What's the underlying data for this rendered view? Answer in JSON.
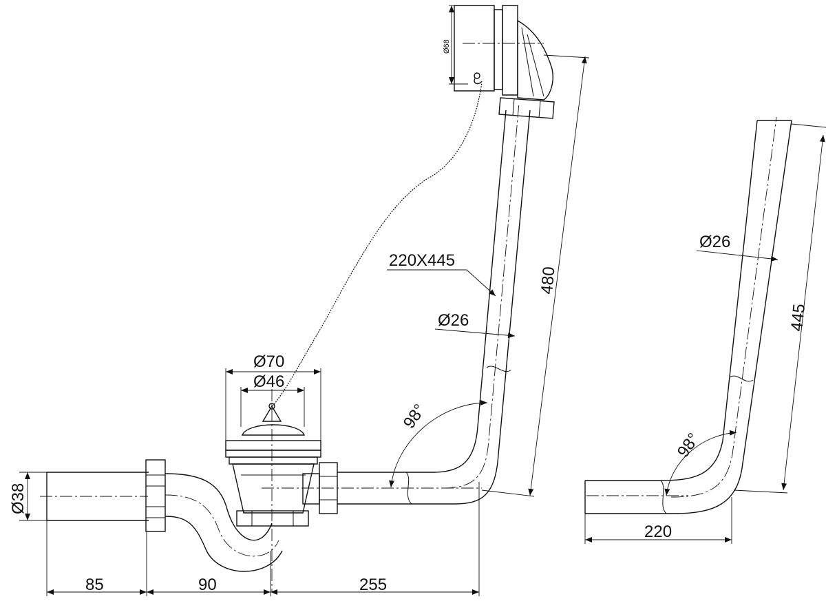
{
  "labels": {
    "trap_inlet_diameter": "Ø38",
    "dim_85": "85",
    "dim_90": "90",
    "dim_255": "255",
    "waste_outer_diameter": "Ø70",
    "waste_inner_diameter": "Ø46",
    "angle_main": "98°",
    "pipe_diameter_main": "Ø26",
    "pipe_size_main": "220X445",
    "length_main": "480",
    "overflow_diameter": "Ø68",
    "pipe_diameter_right": "Ø26",
    "length_right": "445",
    "angle_right": "98°",
    "dim_220": "220"
  }
}
